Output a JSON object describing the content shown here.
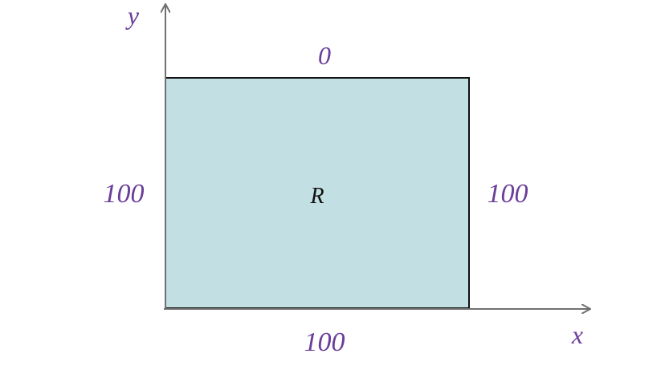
{
  "axes": {
    "x_label": "x",
    "y_label": "y"
  },
  "region": {
    "label": "R",
    "fill_color": "#c2e0e3",
    "border_color": "#111111"
  },
  "edge_labels": {
    "top": "0",
    "left": "100",
    "right": "100",
    "bottom": "100"
  },
  "colors": {
    "axis": "#707070",
    "label_accent": "#6a3d9a"
  }
}
